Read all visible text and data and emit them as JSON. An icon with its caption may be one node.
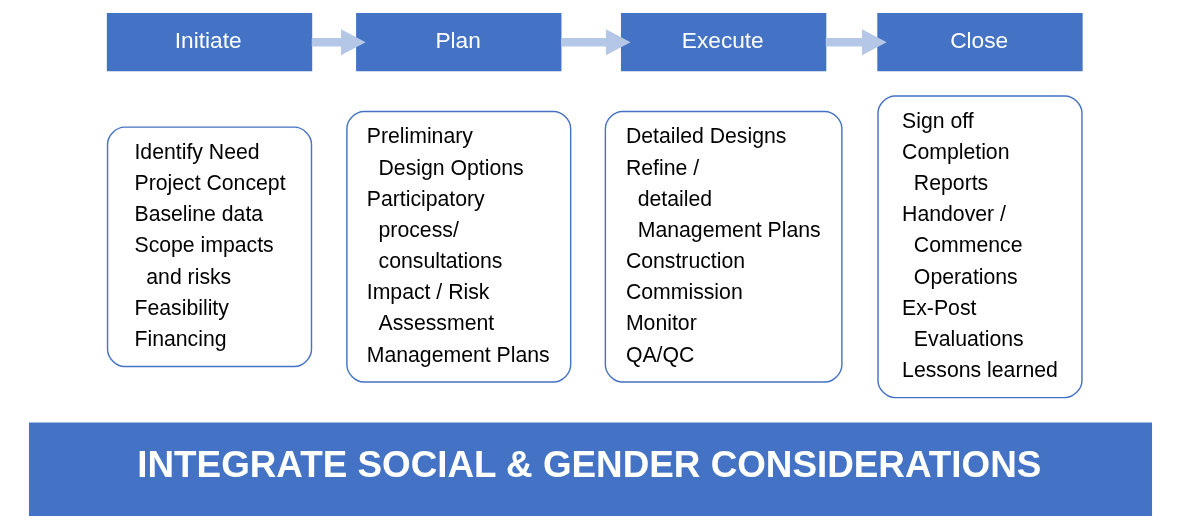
{
  "diagram": {
    "nodes": [
      {
        "text": [
          "Initiate"
        ]
      },
      {
        "text": [
          "Identify Need",
          "Project Concept",
          "Baseline data",
          "Scope impacts and risks",
          "Feasibility",
          "Financing"
        ]
      },
      {
        "text": [
          "Plan"
        ]
      },
      {
        "text": [
          "Preliminary Design Options",
          "Participatory process/ consultations",
          "Impact / Risk Assessment",
          "Management Plans"
        ]
      },
      {
        "text": [
          "Execute"
        ]
      },
      {
        "text": [
          "Detailed Designs",
          "Refine / detailed Management Plans",
          "Construction",
          "Commission",
          "Monitor",
          "QA/QC"
        ]
      },
      {
        "text": [
          "Close"
        ]
      },
      {
        "text": [
          "Sign off",
          "Completion Reports",
          "Handover / Commence Operations",
          "Ex-Post Evaluations",
          "Lessons learned"
        ]
      },
      {
        "text": [
          "INTEGRATE SOCIAL & GENDER CONSIDERATIONS"
        ]
      }
    ],
    "edges": [
      {
        "from": 0,
        "to": 2,
        "arrow": "to"
      },
      {
        "from": 2,
        "to": 4,
        "arrow": "to"
      },
      {
        "from": 4,
        "to": 6,
        "arrow": "to"
      }
    ]
  }
}
